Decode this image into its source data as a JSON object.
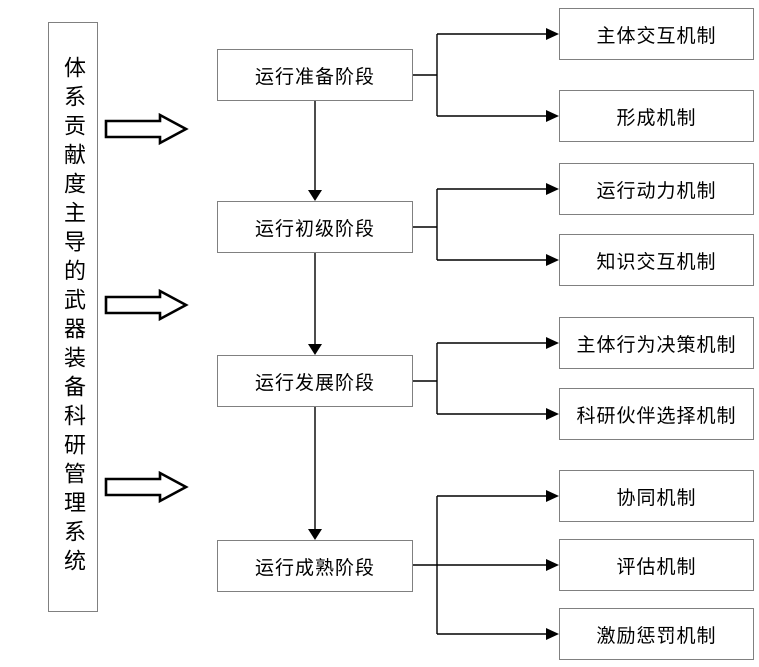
{
  "diagram": {
    "root_label": "体系贡献度主导的武器装备科研管理系统",
    "stages": [
      {
        "label": "运行准备阶段",
        "mechanisms": [
          "主体交互机制",
          "形成机制"
        ]
      },
      {
        "label": "运行初级阶段",
        "mechanisms": [
          "运行动力机制",
          "知识交互机制"
        ]
      },
      {
        "label": "运行发展阶段",
        "mechanisms": [
          "主体行为决策机制",
          "科研伙伴选择机制"
        ]
      },
      {
        "label": "运行成熟阶段",
        "mechanisms": [
          "协同机制",
          "评估机制",
          "激励惩罚机制"
        ]
      }
    ],
    "colors": {
      "box_border": "#808080",
      "connector_line": "#000000",
      "background": "#ffffff",
      "text": "#000000"
    }
  }
}
